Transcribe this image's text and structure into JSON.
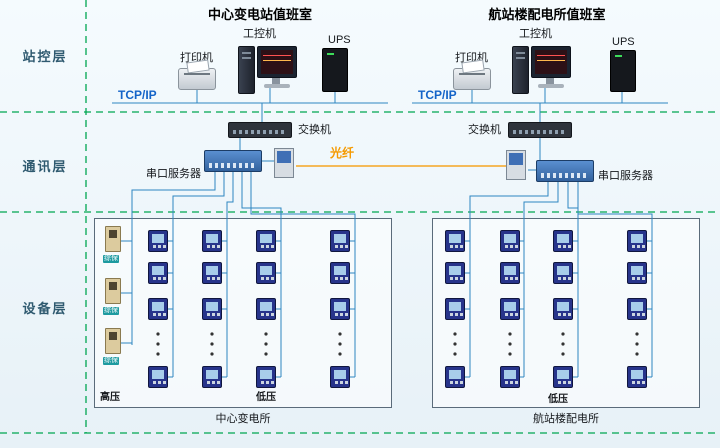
{
  "layers": {
    "station": "站控层",
    "comm": "通讯层",
    "device": "设备层"
  },
  "left": {
    "title": "中心变电站值班室",
    "printer": "打印机",
    "pc": "工控机",
    "ups": "UPS",
    "tcpip": "TCP/IP",
    "switch": "交换机",
    "serial": "串口服务器",
    "protect_label": "综保",
    "box": {
      "hv": "高压",
      "lv": "低压",
      "caption": "中心变电所"
    }
  },
  "right": {
    "title": "航站楼配电所值班室",
    "printer": "打印机",
    "pc": "工控机",
    "ups": "UPS",
    "tcpip": "TCP/IP",
    "switch": "交换机",
    "serial": "串口服务器",
    "box": {
      "lv": "低压",
      "caption": "航站楼配电所"
    }
  },
  "fiber_label": "光纤",
  "colors": {
    "wire": "#2e86c1",
    "divider": "#00a651",
    "fiber": "#f5a623",
    "tcpip_text": "#1464c8"
  }
}
